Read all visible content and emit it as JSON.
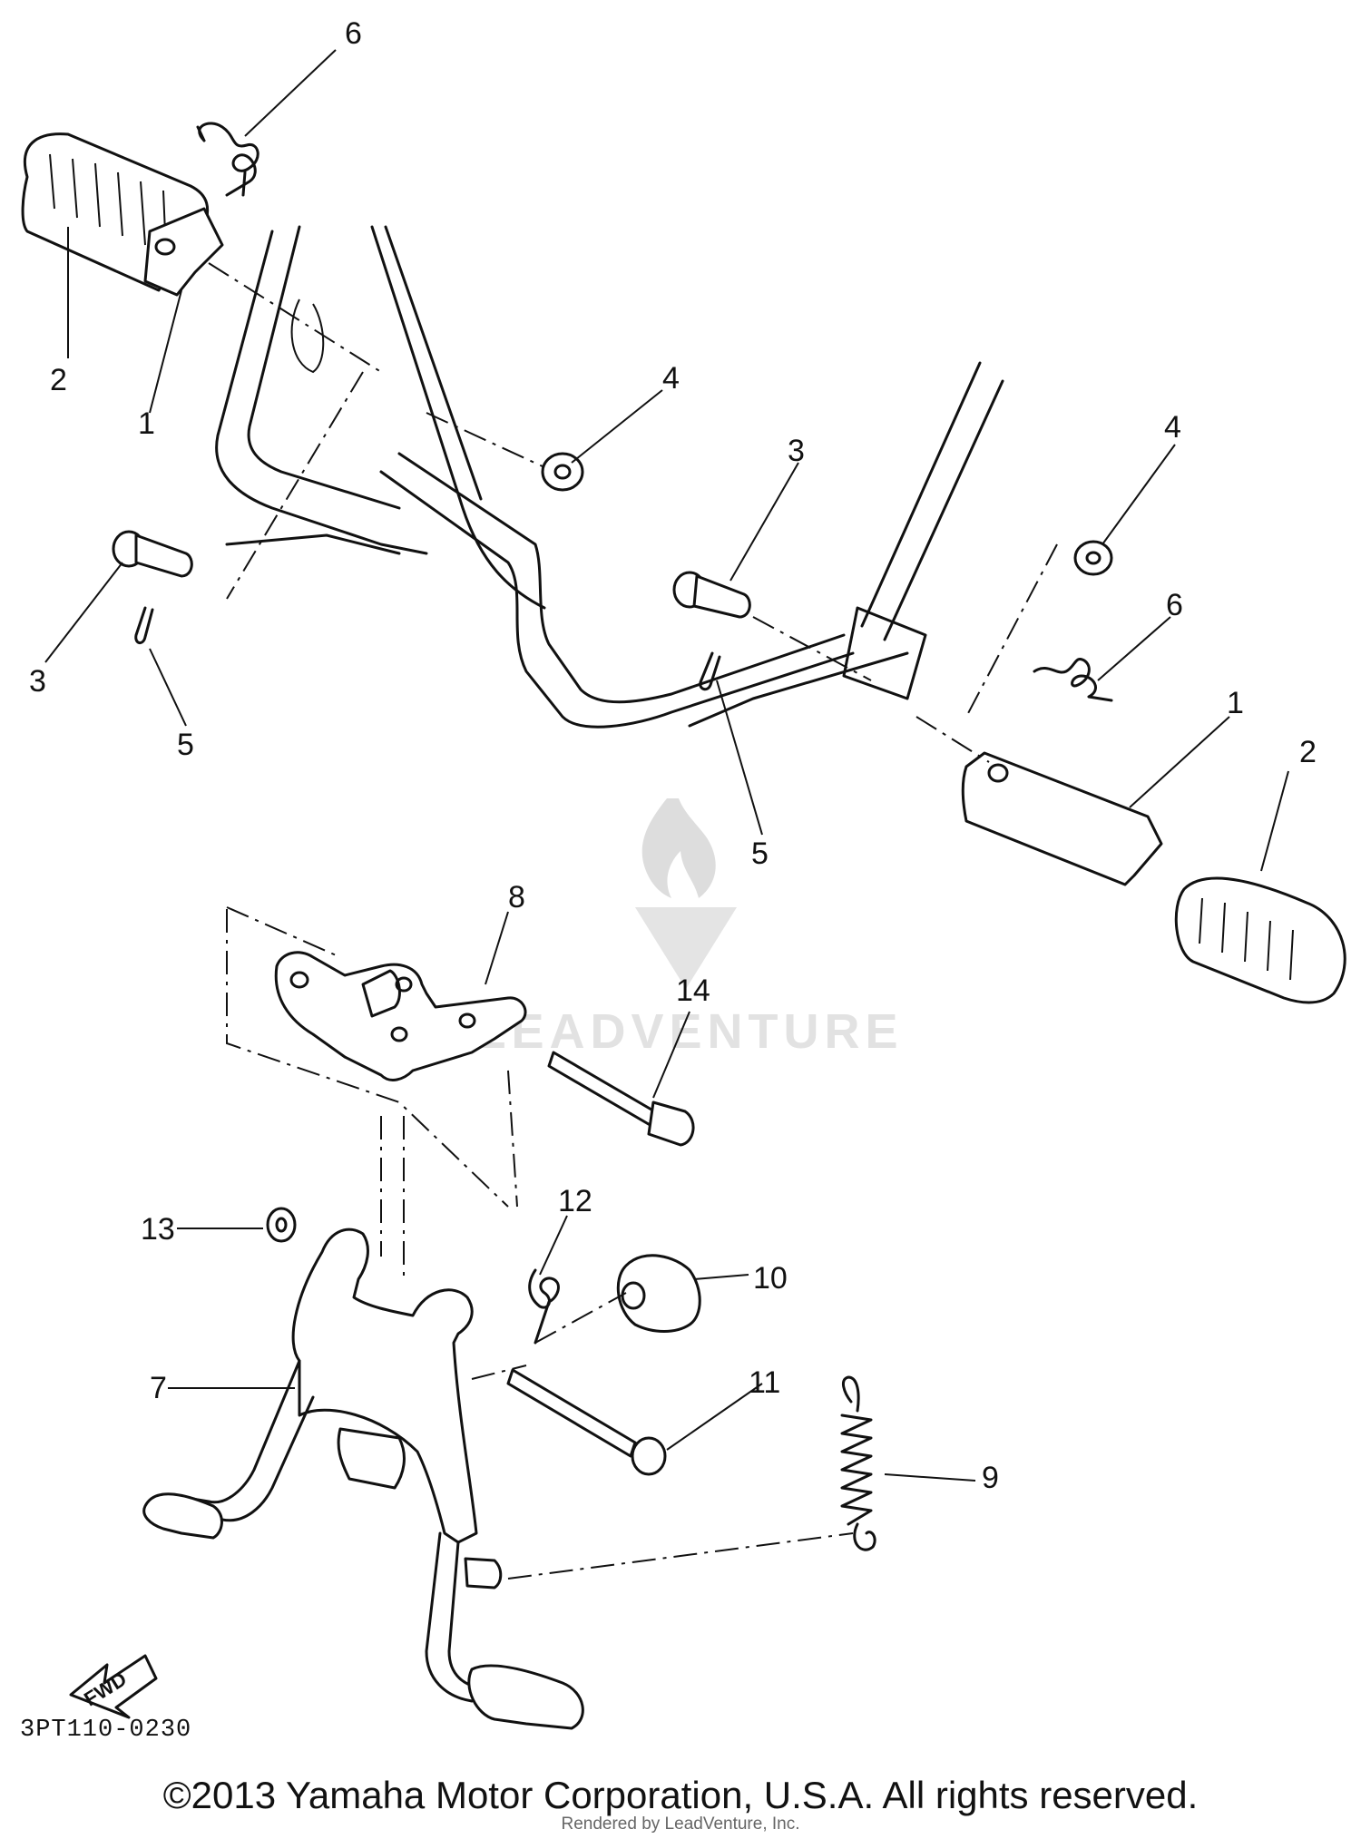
{
  "diagram": {
    "code": "3PT110-0230",
    "copyright": "©2013 Yamaha Motor Corporation, U.S.A. All rights reserved.",
    "rendered_by": "Rendered by LeadVenture, Inc.",
    "watermark": "LEADVENTURE",
    "fwd_label": "FWD",
    "callouts": [
      "6",
      "2",
      "1",
      "4",
      "3",
      "3",
      "5",
      "4",
      "6",
      "1",
      "2",
      "5",
      "8",
      "14",
      "12",
      "10",
      "13",
      "7",
      "11",
      "9"
    ]
  }
}
